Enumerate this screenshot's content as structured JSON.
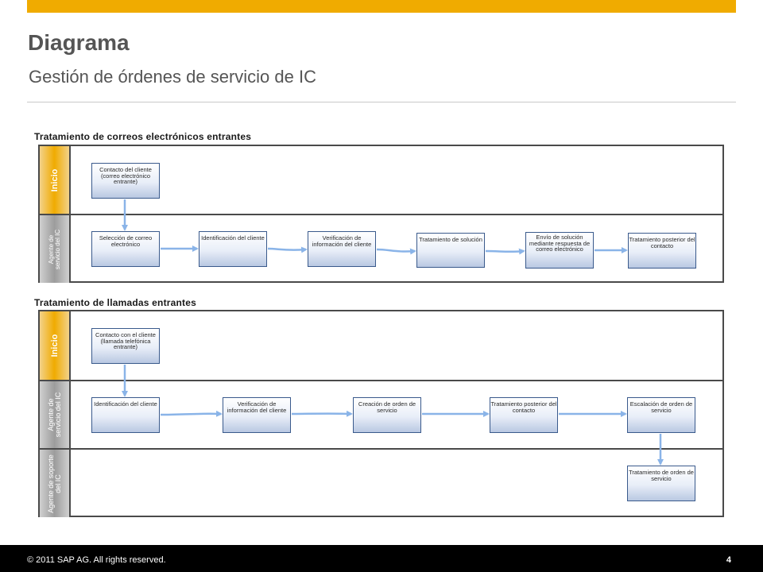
{
  "header": {
    "title": "Diagrama",
    "subtitle": "Gestión de órdenes de servicio de IC"
  },
  "colors": {
    "accent": "#f0ab00",
    "lane_border": "#4a4a4a",
    "box_border": "#3a5a8c",
    "arrow": "#8ab4e8"
  },
  "diagram1": {
    "title": "Tratamiento  de correos electrónicos entrantes",
    "lanes": [
      "Inicio",
      "Agente de servicio del IC"
    ],
    "boxes": [
      "Contacto del cliente (correo electrónico entrante)",
      "Selección  de correo electrónico",
      "Identificación del cliente",
      "Verificación  de información del cliente",
      "Tratamiento de solución",
      "Envío de solución mediante respuesta  de correo electrónico",
      "Tratamiento posterior del contacto"
    ]
  },
  "diagram2": {
    "title": "Tratamiento  de llamadas entrantes",
    "lanes": [
      "Inicio",
      "Agente de servicio del IC",
      "Agente de soporte del IC"
    ],
    "boxes": [
      "Contacto con el cliente (llamada telefónica entrante)",
      "Identificación del cliente",
      "Verificación de información del cliente",
      "Creación  de orden de servicio",
      "Tratamiento posterior del contacto",
      "Escalación  de orden de servicio",
      "Tratamiento de orden de servicio"
    ]
  },
  "footer": {
    "copyright": "© 2011 SAP AG. All rights reserved.",
    "page_number": "4"
  }
}
